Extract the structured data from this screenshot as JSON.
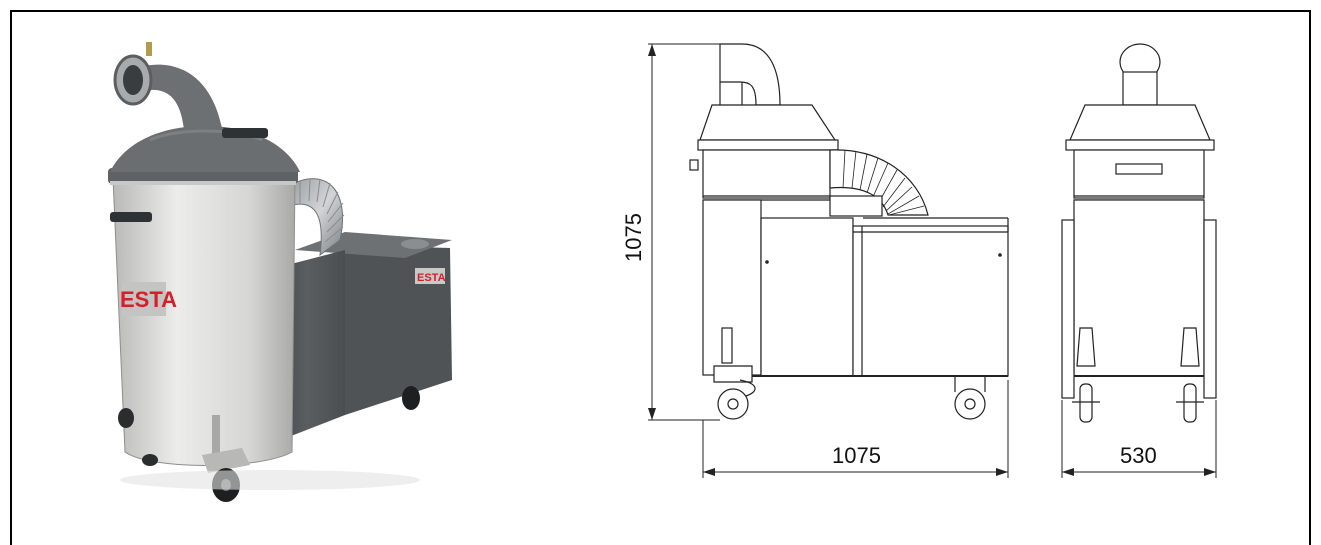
{
  "photo": {
    "brand_logo_front": "ESTA",
    "brand_logo_side": "ESTA",
    "colors": {
      "drum": "#dcdcda",
      "dark_gray": "#55595b",
      "lid": "#6a6e70",
      "logo_red": "#d4202a"
    }
  },
  "drawing": {
    "dim_height": "1075",
    "dim_length": "1075",
    "dim_width": "530"
  }
}
